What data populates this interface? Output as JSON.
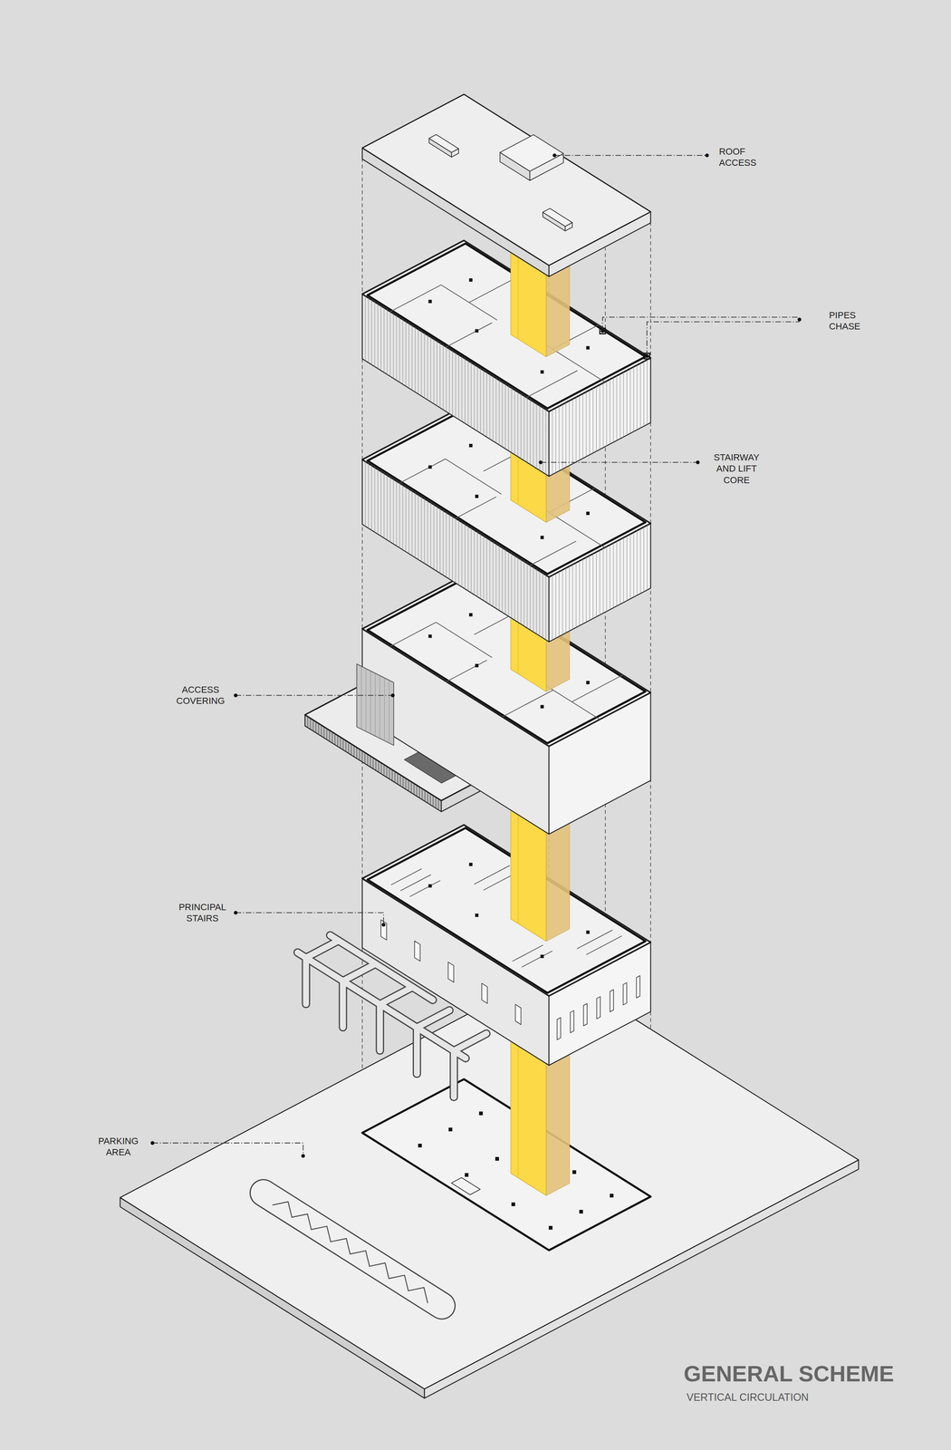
{
  "diagram": {
    "title": "GENERAL SCHEME",
    "caption": "VERTICAL CIRCULATION",
    "labels": [
      "ROOF ACCESS",
      "PIPES CHASE",
      "STAIRWAY AND LIFT CORE",
      "ACCESS COVERING",
      "PRINCIPAL STAIRS",
      "PARKING AREA"
    ]
  }
}
